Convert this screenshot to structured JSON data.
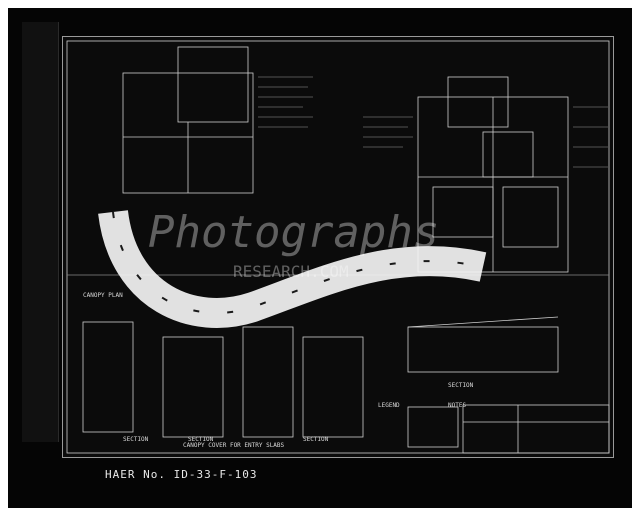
{
  "caption": "HAER No. ID-33-F-103",
  "watermark": {
    "line1": "Photographs",
    "line2": "RESEARCH.COM"
  },
  "drawing_labels": {
    "canopy_plan": "CANOPY PLAN",
    "canopy_cover": "CANOPY COVER FOR ENTRY SLABS",
    "section_a": "SECTION",
    "section_b": "SECTION",
    "section_c": "SECTION",
    "section_main": "SECTION",
    "legend": "LEGEND",
    "notes": "NOTES"
  },
  "colors": {
    "frame": "#050505",
    "sheet": "#0b0b0b",
    "linework": "#d9d9d9",
    "watermark_film": "#f4f4f4"
  }
}
